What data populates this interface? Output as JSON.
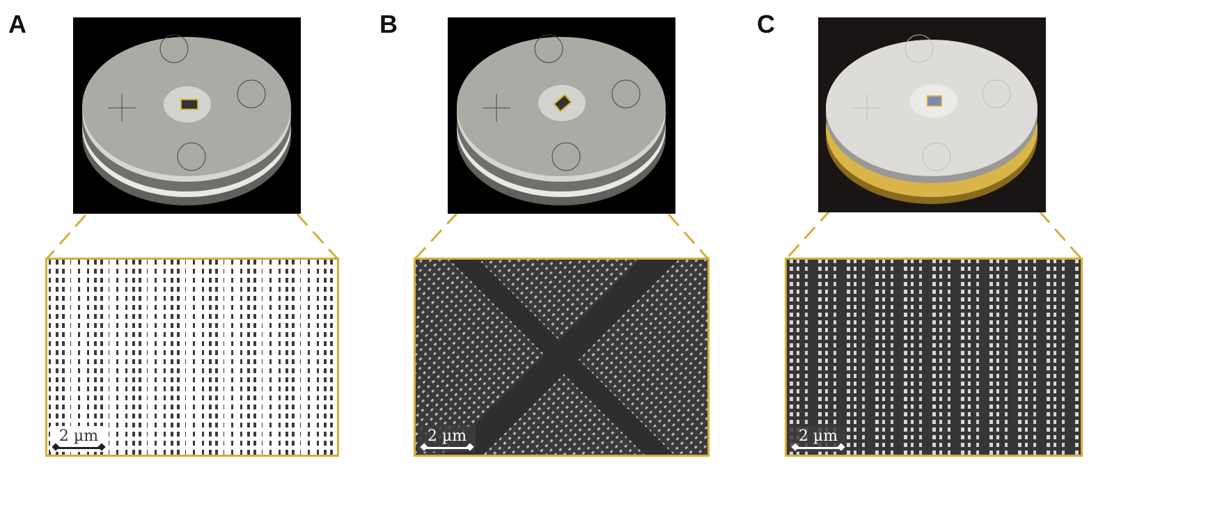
{
  "panels": [
    {
      "label": "A",
      "scale_bar": "2 µm"
    },
    {
      "label": "B",
      "scale_bar": "2 µm"
    },
    {
      "label": "C",
      "scale_bar": "2 µm"
    }
  ],
  "colors": {
    "accent": "#d4ae3a",
    "disc": "#a9aba5",
    "background_photo": "#000000"
  }
}
